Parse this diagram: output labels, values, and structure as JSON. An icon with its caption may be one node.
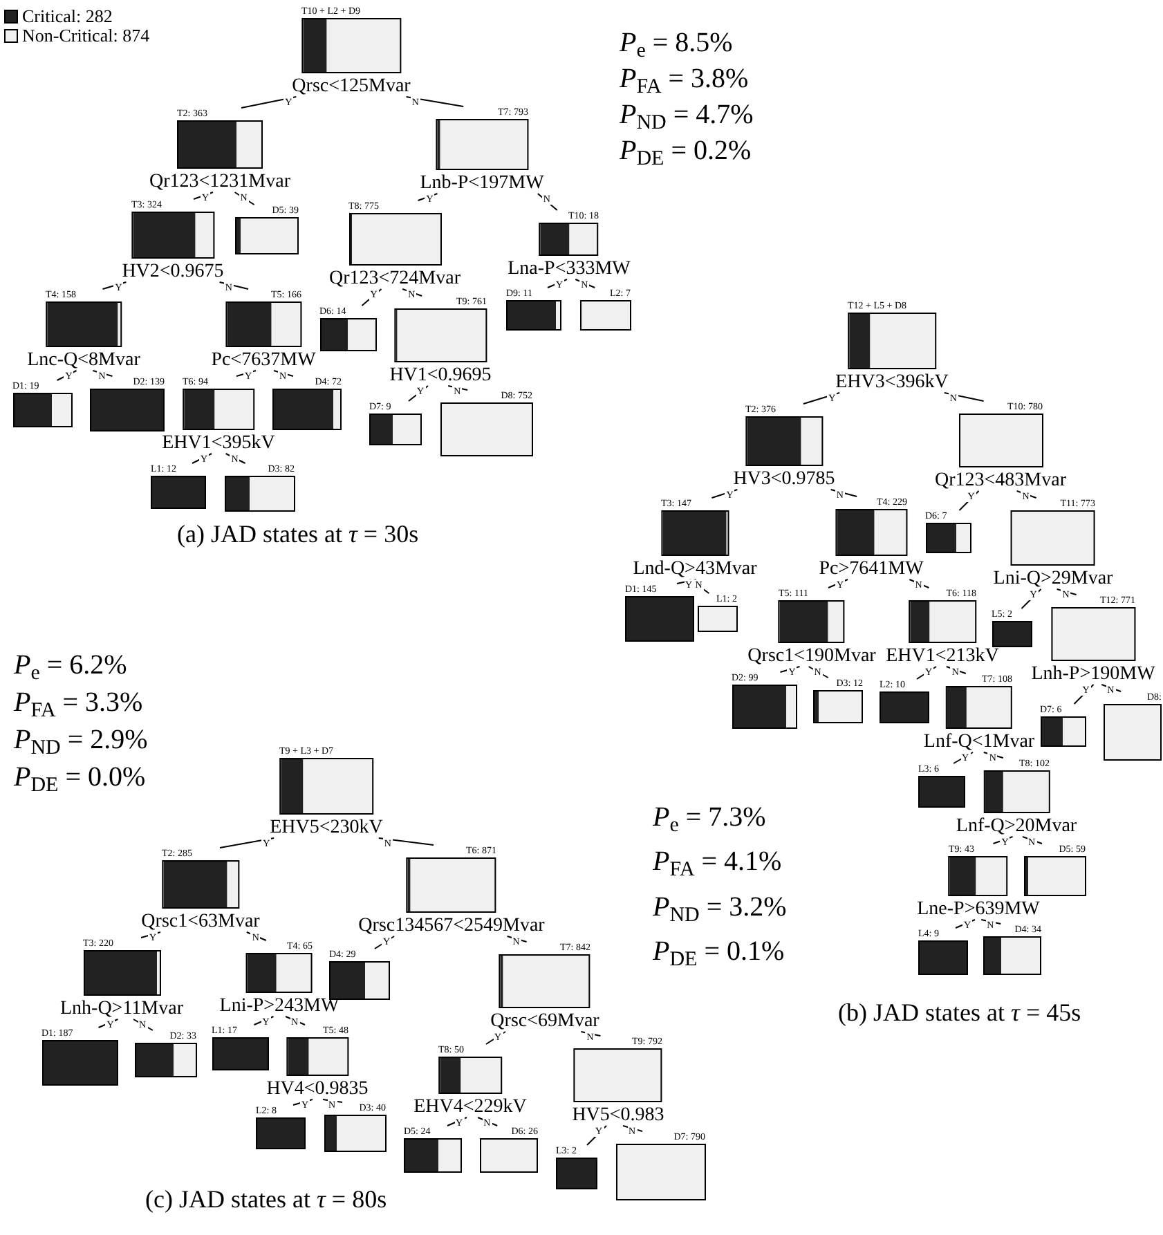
{
  "diagram": {
    "nodes": [
      {
        "text": [
          "T10 + L2 + D9",
          "Qrsc<125Mvar"
        ]
      },
      {
        "text": [
          "T2: 363",
          "Qr123<1231Mvar"
        ]
      },
      {
        "text": [
          "T7: 793",
          "Lnb-P<197MW"
        ]
      },
      {
        "text": [
          "T3: 324",
          "HV2<0.9675"
        ]
      },
      {
        "text": [
          "D5: 39"
        ]
      },
      {
        "text": [
          "T8: 775",
          "Qr123<724Mvar"
        ]
      },
      {
        "text": [
          "T10: 18",
          "Lna-P<333MW"
        ]
      },
      {
        "text": [
          "T4: 158",
          "Lnc-Q<8Mvar"
        ]
      },
      {
        "text": [
          "T5: 166",
          "Pc<7637MW"
        ]
      },
      {
        "text": [
          "D6: 14"
        ]
      },
      {
        "text": [
          "T9: 761",
          "HV1<0.9695"
        ]
      },
      {
        "text": [
          "D9: 11"
        ]
      },
      {
        "text": [
          "L2: 7"
        ]
      },
      {
        "text": [
          "D1: 19"
        ]
      },
      {
        "text": [
          "D2: 139"
        ]
      },
      {
        "text": [
          "T6: 94",
          "EHV1<395kV"
        ]
      },
      {
        "text": [
          "D4: 72"
        ]
      },
      {
        "text": [
          "D7: 9"
        ]
      },
      {
        "text": [
          "D8: 752"
        ]
      },
      {
        "text": [
          "L1: 12"
        ]
      },
      {
        "text": [
          "D3: 82"
        ]
      },
      {
        "text": [
          "T12 + L5 + D8",
          "EHV3<396kV"
        ]
      },
      {
        "text": [
          "T2: 376",
          "HV3<0.9785"
        ]
      },
      {
        "text": [
          "T10: 780",
          "Qr123<483Mvar"
        ]
      },
      {
        "text": [
          "T3: 147",
          "Lnd-Q>43Mvar"
        ]
      },
      {
        "text": [
          "T4: 229",
          "Pc>7641MW"
        ]
      },
      {
        "text": [
          "D6: 7"
        ]
      },
      {
        "text": [
          "T11: 773",
          "Lni-Q>29Mvar"
        ]
      },
      {
        "text": [
          "D1: 145"
        ]
      },
      {
        "text": [
          "L1: 2"
        ]
      },
      {
        "text": [
          "T5: 111",
          "Qrsc1<190Mvar"
        ]
      },
      {
        "text": [
          "T6: 118",
          "EHV1<213kV"
        ]
      },
      {
        "text": [
          "L5: 2"
        ]
      },
      {
        "text": [
          "T12: 771",
          "Lnh-P>190MW"
        ]
      },
      {
        "text": [
          "D2: 99"
        ]
      },
      {
        "text": [
          "D3: 12"
        ]
      },
      {
        "text": [
          "L2: 10"
        ]
      },
      {
        "text": [
          "T7: 108",
          "Lnf-Q<1Mvar"
        ]
      },
      {
        "text": [
          "D7: 6"
        ]
      },
      {
        "text": [
          "D8:"
        ]
      },
      {
        "text": [
          "L3: 6"
        ]
      },
      {
        "text": [
          "T8: 102",
          "Lnf-Q>20Mvar"
        ]
      },
      {
        "text": [
          "T9: 43",
          "Lne-P>639MW"
        ]
      },
      {
        "text": [
          "D5: 59"
        ]
      },
      {
        "text": [
          "L4: 9"
        ]
      },
      {
        "text": [
          "D4: 34"
        ]
      },
      {
        "text": [
          "T9 + L3 + D7",
          "EHV5<230kV"
        ]
      },
      {
        "text": [
          "T2: 285",
          "Qrsc1<63Mvar"
        ]
      },
      {
        "text": [
          "T6: 871",
          "Qrsc134567<2549Mvar"
        ]
      },
      {
        "text": [
          "T3: 220",
          "Lnh-Q>11Mvar"
        ]
      },
      {
        "text": [
          "T4: 65",
          "Lni-P>243MW"
        ]
      },
      {
        "text": [
          "D4: 29"
        ]
      },
      {
        "text": [
          "T7: 842",
          "Qrsc<69Mvar"
        ]
      },
      {
        "text": [
          "D1: 187"
        ]
      },
      {
        "text": [
          "D2: 33"
        ]
      },
      {
        "text": [
          "L1: 17"
        ]
      },
      {
        "text": [
          "T5: 48",
          "HV4<0.9835"
        ]
      },
      {
        "text": [
          "T8: 50",
          "EHV4<229kV"
        ]
      },
      {
        "text": [
          "T9: 792",
          "HV5<0.983"
        ]
      },
      {
        "text": [
          "L2: 8"
        ]
      },
      {
        "text": [
          "D3: 40"
        ]
      },
      {
        "text": [
          "D5: 24"
        ]
      },
      {
        "text": [
          "D6: 26"
        ]
      },
      {
        "text": [
          "L3: 2"
        ]
      },
      {
        "text": [
          "D7: 790"
        ]
      }
    ],
    "edges": [
      {
        "from": 0,
        "to": 1,
        "arrow": "none",
        "label": "Y"
      },
      {
        "from": 0,
        "to": 2,
        "arrow": "none",
        "label": "N"
      },
      {
        "from": 1,
        "to": 3,
        "arrow": "none",
        "label": "Y"
      },
      {
        "from": 1,
        "to": 4,
        "arrow": "none",
        "label": "N"
      },
      {
        "from": 2,
        "to": 5,
        "arrow": "none",
        "label": "Y"
      },
      {
        "from": 2,
        "to": 6,
        "arrow": "none",
        "label": "N"
      },
      {
        "from": 3,
        "to": 7,
        "arrow": "none",
        "label": "Y"
      },
      {
        "from": 3,
        "to": 8,
        "arrow": "none",
        "label": "N"
      },
      {
        "from": 5,
        "to": 9,
        "arrow": "none",
        "label": "Y"
      },
      {
        "from": 5,
        "to": 10,
        "arrow": "none",
        "label": "N"
      },
      {
        "from": 6,
        "to": 11,
        "arrow": "none",
        "label": "Y"
      },
      {
        "from": 6,
        "to": 12,
        "arrow": "none",
        "label": "N"
      },
      {
        "from": 7,
        "to": 13,
        "arrow": "none",
        "label": "Y"
      },
      {
        "from": 7,
        "to": 14,
        "arrow": "none",
        "label": "N"
      },
      {
        "from": 8,
        "to": 15,
        "arrow": "none",
        "label": "Y"
      },
      {
        "from": 8,
        "to": 16,
        "arrow": "none",
        "label": "N"
      },
      {
        "from": 10,
        "to": 17,
        "arrow": "none",
        "label": "Y"
      },
      {
        "from": 10,
        "to": 18,
        "arrow": "none",
        "label": "N"
      },
      {
        "from": 15,
        "to": 19,
        "arrow": "none",
        "label": "Y"
      },
      {
        "from": 15,
        "to": 20,
        "arrow": "none",
        "label": "N"
      },
      {
        "from": 21,
        "to": 22,
        "arrow": "none",
        "label": "Y"
      },
      {
        "from": 21,
        "to": 23,
        "arrow": "none",
        "label": "N"
      },
      {
        "from": 22,
        "to": 24,
        "arrow": "none",
        "label": "Y"
      },
      {
        "from": 22,
        "to": 25,
        "arrow": "none",
        "label": "N"
      },
      {
        "from": 23,
        "to": 26,
        "arrow": "none",
        "label": "Y"
      },
      {
        "from": 23,
        "to": 27,
        "arrow": "none",
        "label": "N"
      },
      {
        "from": 24,
        "to": 28,
        "arrow": "none",
        "label": "Y"
      },
      {
        "from": 24,
        "to": 29,
        "arrow": "none",
        "label": "N"
      },
      {
        "from": 25,
        "to": 30,
        "arrow": "none",
        "label": "Y"
      },
      {
        "from": 25,
        "to": 31,
        "arrow": "none",
        "label": "N"
      },
      {
        "from": 27,
        "to": 32,
        "arrow": "none",
        "label": "Y"
      },
      {
        "from": 27,
        "to": 33,
        "arrow": "none",
        "label": "N"
      },
      {
        "from": 30,
        "to": 34,
        "arrow": "none",
        "label": "Y"
      },
      {
        "from": 30,
        "to": 35,
        "arrow": "none",
        "label": "N"
      },
      {
        "from": 31,
        "to": 36,
        "arrow": "none",
        "label": "Y"
      },
      {
        "from": 31,
        "to": 37,
        "arrow": "none",
        "label": "N"
      },
      {
        "from": 33,
        "to": 38,
        "arrow": "none",
        "label": "Y"
      },
      {
        "from": 33,
        "to": 39,
        "arrow": "none",
        "label": "N"
      },
      {
        "from": 37,
        "to": 40,
        "arrow": "none",
        "label": "Y"
      },
      {
        "from": 37,
        "to": 41,
        "arrow": "none",
        "label": "N"
      },
      {
        "from": 41,
        "to": 42,
        "arrow": "none",
        "label": "Y"
      },
      {
        "from": 41,
        "to": 43,
        "arrow": "none",
        "label": "N"
      },
      {
        "from": 42,
        "to": 44,
        "arrow": "none",
        "label": "Y"
      },
      {
        "from": 42,
        "to": 45,
        "arrow": "none",
        "label": "N"
      },
      {
        "from": 46,
        "to": 47,
        "arrow": "none",
        "label": "Y"
      },
      {
        "from": 46,
        "to": 48,
        "arrow": "none",
        "label": "N"
      },
      {
        "from": 47,
        "to": 49,
        "arrow": "none",
        "label": "Y"
      },
      {
        "from": 47,
        "to": 50,
        "arrow": "none",
        "label": "N"
      },
      {
        "from": 48,
        "to": 51,
        "arrow": "none",
        "label": "Y"
      },
      {
        "from": 48,
        "to": 52,
        "arrow": "none",
        "label": "N"
      },
      {
        "from": 49,
        "to": 53,
        "arrow": "none",
        "label": "Y"
      },
      {
        "from": 49,
        "to": 54,
        "arrow": "none",
        "label": "N"
      },
      {
        "from": 50,
        "to": 55,
        "arrow": "none",
        "label": "Y"
      },
      {
        "from": 50,
        "to": 56,
        "arrow": "none",
        "label": "N"
      },
      {
        "from": 52,
        "to": 57,
        "arrow": "none",
        "label": "Y"
      },
      {
        "from": 52,
        "to": 58,
        "arrow": "none",
        "label": "N"
      },
      {
        "from": 56,
        "to": 59,
        "arrow": "none",
        "label": "Y"
      },
      {
        "from": 56,
        "to": 60,
        "arrow": "none",
        "label": "N"
      },
      {
        "from": 57,
        "to": 61,
        "arrow": "none",
        "label": "Y"
      },
      {
        "from": 57,
        "to": 62,
        "arrow": "none",
        "label": "N"
      },
      {
        "from": 58,
        "to": 63,
        "arrow": "none",
        "label": "Y"
      },
      {
        "from": 58,
        "to": 64,
        "arrow": "none",
        "label": "N"
      }
    ],
    "labels": [
      "*P*$_{e}$ = 8.5%",
      "*P*$_{FA}$ = 3.8%",
      "*P*$_{ND}$ = 4.7%",
      "*P*$_{DE}$ = 0.2%",
      "(a) JAD states at *τ* = 30s",
      "*P*$_{e}$ = 6.2%",
      "*P*$_{FA}$ = 3.3%",
      "*P*$_{ND}$ = 2.9%",
      "*P*$_{DE}$ = 0.0%",
      "*P*$_{e}$ = 7.3%",
      "*P*$_{FA}$ = 4.1%",
      "*P*$_{ND}$ = 3.2%",
      "*P*$_{DE}$ = 0.1%",
      "(b) JAD states at *τ* = 45s",
      "(c) JAD states at *τ* = 80s"
    ],
    "legend": [
      {
        "text": "Critical: 282",
        "color": "#222222"
      },
      {
        "text": "Non-Critical: 874",
        "color": "#f0f0f0"
      }
    ]
  }
}
